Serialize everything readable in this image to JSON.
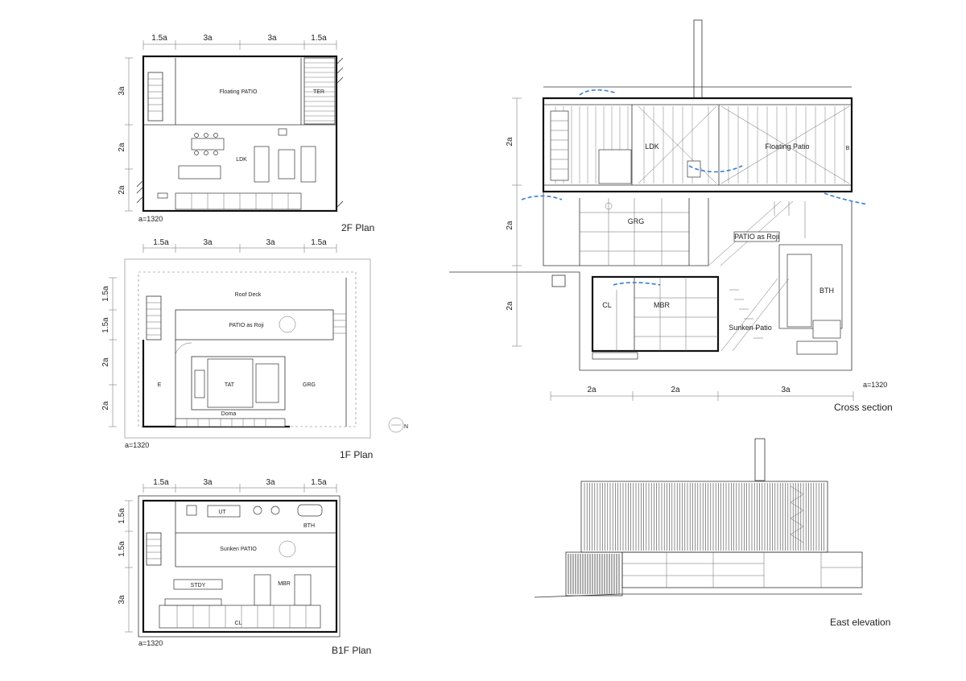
{
  "plans": {
    "f2": {
      "caption": "2F Plan",
      "scale": "a=1320",
      "dims_top": [
        "1.5a",
        "3a",
        "3a",
        "1.5a"
      ],
      "dims_left": [
        "3a",
        "2a",
        "2a"
      ],
      "rooms": {
        "patio": "Floating PATIO",
        "ter": "TER",
        "ldk": "LDK"
      }
    },
    "f1": {
      "caption": "1F Plan",
      "scale": "a=1320",
      "dims_top": [
        "1.5a",
        "3a",
        "3a",
        "1.5a"
      ],
      "dims_left": [
        "1.5a",
        "1.5a",
        "2a",
        "2a"
      ],
      "rooms": {
        "roof_deck": "Roof Deck",
        "patio": "PATIO as Roji",
        "e": "E",
        "tat": "TAT",
        "grg": "GRG",
        "doma": "Doma"
      },
      "north": "N"
    },
    "b1": {
      "caption": "B1F Plan",
      "scale": "a=1320",
      "dims_top": [
        "1.5a",
        "3a",
        "3a",
        "1.5a"
      ],
      "dims_left": [
        "1.5a",
        "1.5a",
        "3a"
      ],
      "rooms": {
        "ut": "UT",
        "bth": "BTH",
        "patio": "Sunken PATIO",
        "stdy": "STDY",
        "mbr": "MBR",
        "cl": "CL"
      }
    }
  },
  "section": {
    "caption": "Cross section",
    "scale": "a=1320",
    "dims_left": [
      "2a",
      "2a",
      "2a"
    ],
    "dims_bottom": [
      "2a",
      "2a",
      "3a"
    ],
    "rooms": {
      "ldk": "LDK",
      "patio": "Floating Patio",
      "grg": "GRG",
      "roji": "PATIO as Roji",
      "bth": "BTH",
      "cl": "CL",
      "mbr": "MBR",
      "sunken": "Sunken Patio",
      "b": "B"
    }
  },
  "elevation": {
    "caption": "East elevation"
  }
}
